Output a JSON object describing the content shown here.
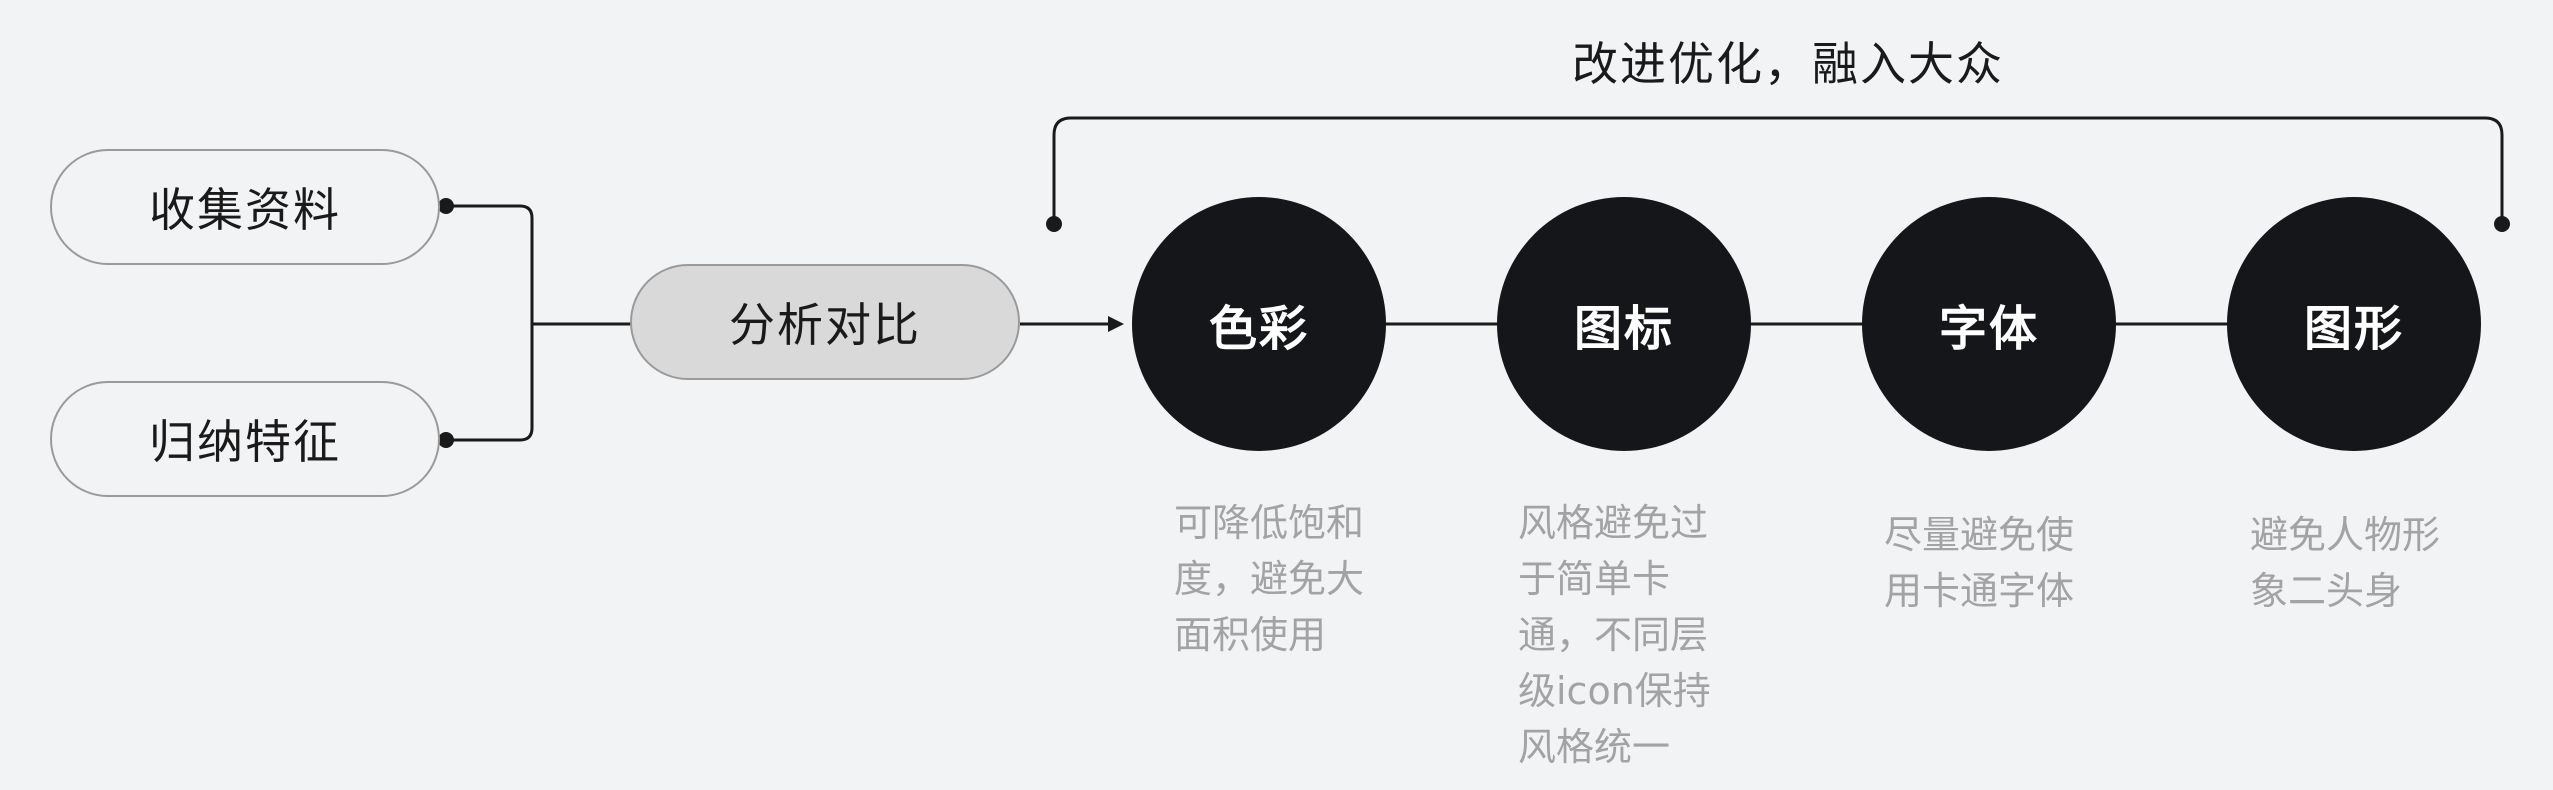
{
  "inputs": [
    {
      "label": "收集资料"
    },
    {
      "label": "归纳特征"
    }
  ],
  "process": {
    "label": "分析对比"
  },
  "feedback": {
    "label": "改进优化，融入大众"
  },
  "stages": [
    {
      "label": "色彩",
      "description": "可降低饱和\n度，避免大\n面积使用"
    },
    {
      "label": "图标",
      "description": "风格避免过\n于简单卡\n通，不同层\n级icon保持\n风格统一"
    },
    {
      "label": "字体",
      "description": "尽量避免使\n用卡通字体"
    },
    {
      "label": "图形",
      "description": "避免人物形\n象二头身"
    }
  ],
  "colors": {
    "background": "#f2f3f5",
    "node_dark": "#15161a",
    "pill_fill": "#d9d9d9",
    "description_text": "#a3a3a6"
  }
}
